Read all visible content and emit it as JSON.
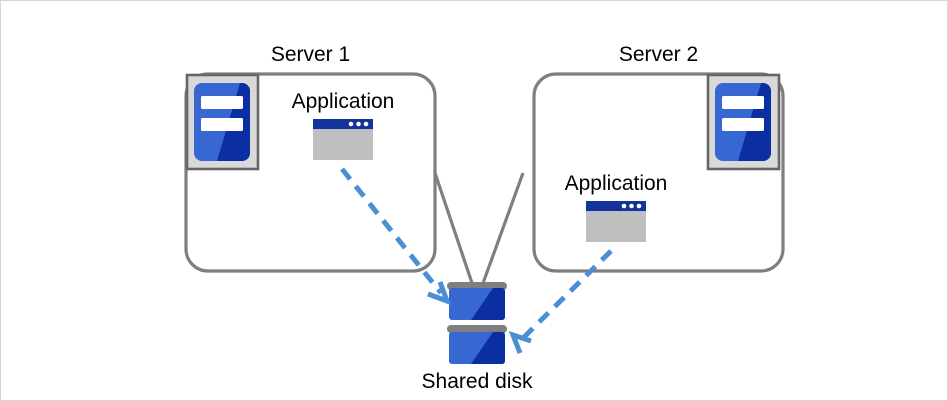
{
  "diagram": {
    "title_absent": true,
    "nodes": {
      "server1": {
        "label": "Server 1",
        "icon": "server-icon",
        "app_label": "Application",
        "app_icon": "application-window-icon"
      },
      "server2": {
        "label": "Server 2",
        "icon": "server-icon",
        "app_label": "Application",
        "app_icon": "application-window-icon"
      },
      "shared_disk": {
        "label": "Shared disk",
        "icon": "disk-stack-icon"
      }
    },
    "connections": [
      {
        "from": "server1",
        "to": "shared_disk",
        "style": "solid",
        "color": "#7f7f7f"
      },
      {
        "from": "server2",
        "to": "shared_disk",
        "style": "solid",
        "color": "#7f7f7f"
      },
      {
        "from": "server1-application",
        "to": "shared-disk-top",
        "style": "dashed",
        "color": "#4a8fd4",
        "arrow": true
      },
      {
        "from": "server2-application",
        "to": "shared-disk-bottom",
        "style": "dashed",
        "color": "#4a8fd4",
        "arrow": true
      }
    ],
    "colors": {
      "frame_border": "#d6d6d6",
      "box_border": "#7f7f7f",
      "icon_frame_fill": "#d9d9d9",
      "icon_frame_border": "#666666",
      "blue_light": "#3767d0",
      "blue_dark": "#0b2fa3",
      "window_title_bar": "#11339a",
      "window_body": "#bfbfbf",
      "disk_bar": "#7f7f7f",
      "arrow": "#4a8fd4",
      "text": "#000000",
      "background": "#ffffff"
    }
  }
}
